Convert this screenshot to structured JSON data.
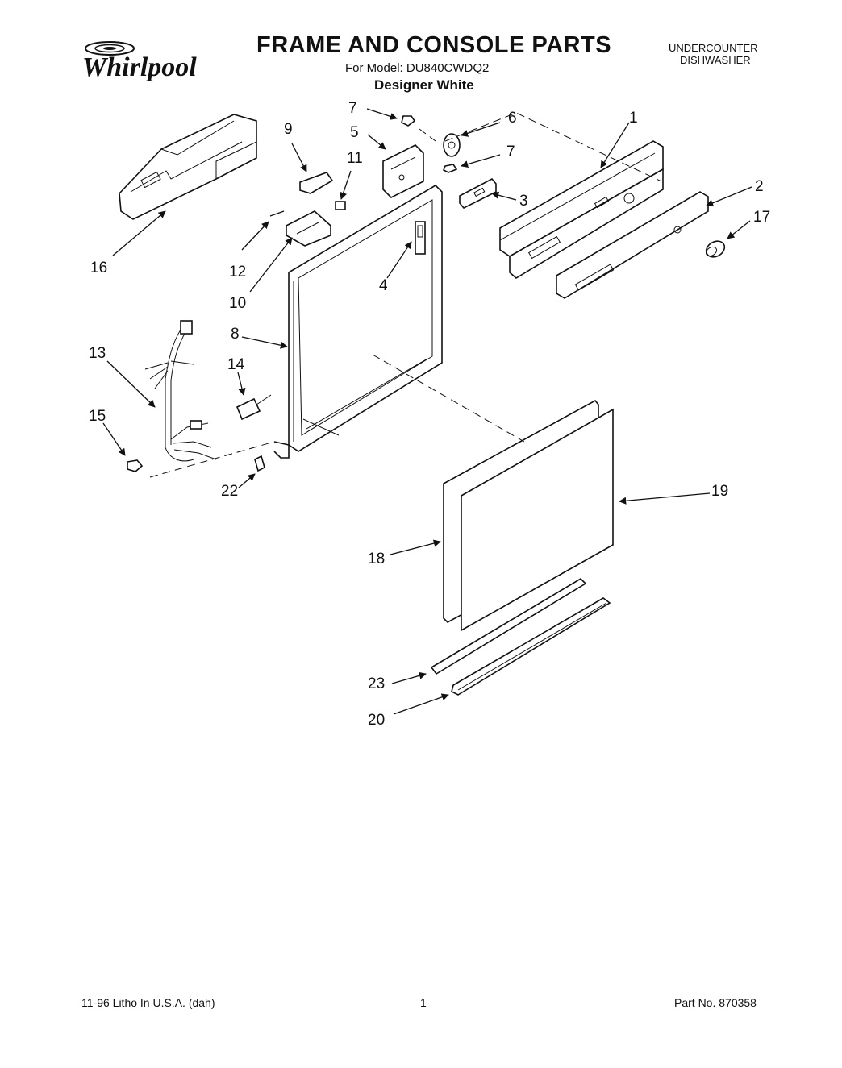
{
  "header": {
    "brand": "Whirlpool",
    "title": "FRAME AND CONSOLE PARTS",
    "model_line": "For Model: DU840CWDQ2",
    "color_line": "Designer White",
    "category_line1": "UNDERCOUNTER",
    "category_line2": "DISHWASHER"
  },
  "callouts": [
    "1",
    "2",
    "3",
    "4",
    "5",
    "6",
    "7",
    "7",
    "8",
    "9",
    "10",
    "11",
    "12",
    "13",
    "14",
    "15",
    "16",
    "17",
    "18",
    "19",
    "20",
    "22",
    "23"
  ],
  "footer": {
    "left": "11-96 Litho In U.S.A. (dah)",
    "page": "1",
    "part_no": "Part No. 870358"
  }
}
